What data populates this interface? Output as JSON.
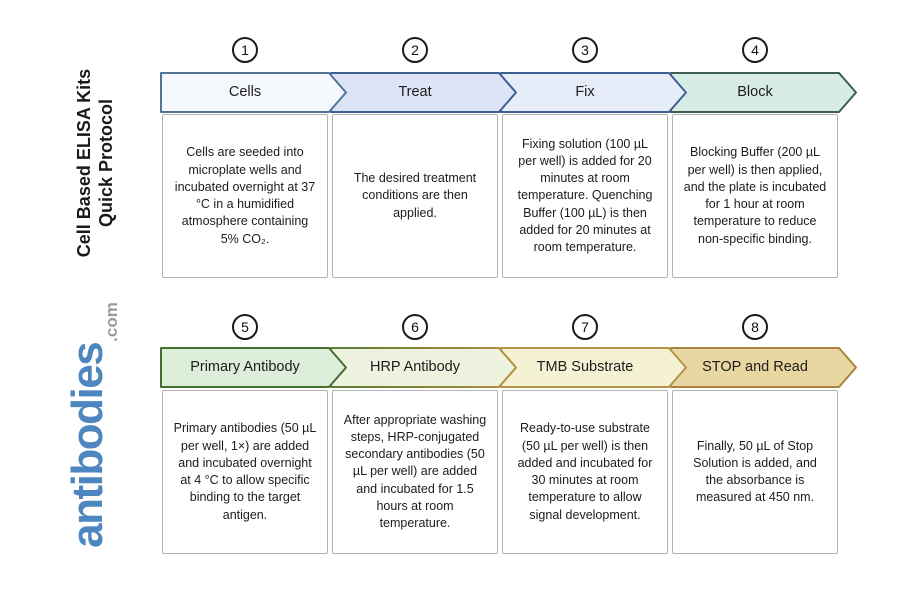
{
  "header": {
    "title_line1": "Cell Based ELISA Kits",
    "title_line2": "Quick Protocol"
  },
  "logo": {
    "name": "antibodies",
    "suffix": ".com",
    "name_color": "#4e86c0",
    "suffix_color": "#9b9b9b"
  },
  "steps": [
    {
      "number": "1",
      "label": "Cells",
      "description": "Cells are seeded into microplate wells and incubated overnight at 37 °C in a humidified atmosphere containing 5% CO₂.",
      "fill": "#f5f8fc",
      "stroke_start": "#527398",
      "stroke_end": "#527398"
    },
    {
      "number": "2",
      "label": "Treat",
      "description": "The desired treatment conditions are then applied.",
      "fill": "#dce4f6",
      "stroke_start": "#3e5f94",
      "stroke_end": "#3e5f94"
    },
    {
      "number": "3",
      "label": "Fix",
      "description": "Fixing solution (100 µL per well) is added for 20 minutes at room temperature. Quenching Buffer (100 µL) is then added for 20 minutes at room temperature.",
      "fill": "#e6edf9",
      "stroke_start": "#3e5f94",
      "stroke_end": "#3e5f94"
    },
    {
      "number": "4",
      "label": "Block",
      "description": "Blocking Buffer (200 µL per well) is then applied, and the plate is incubated for 1 hour at room temperature to reduce non-specific binding.",
      "fill": "#d7ece3",
      "stroke_start": "#3c5d54",
      "stroke_end": "#3c5d54"
    },
    {
      "number": "5",
      "label": "Primary Antibody",
      "description": "Primary antibodies (50 µL per well, 1×) are added and incubated overnight at 4 °C to allow specific binding to the target antigen.",
      "fill": "#ddeeda",
      "stroke_start": "#43702f",
      "stroke_end": "#43702f"
    },
    {
      "number": "6",
      "label": "HRP Antibody",
      "description": "After appropriate washing steps, HRP-conjugated secondary antibodies (50 µL per well) are added and incubated for 1.5 hours at room temperature.",
      "fill": "#eef3e0",
      "stroke_start": "#5a7a33",
      "stroke_end": "#b3903f"
    },
    {
      "number": "7",
      "label": "TMB Substrate",
      "description": "Ready-to-use substrate (50 µL per well) is then added and incubated for 30 minutes at room temperature to allow signal development.",
      "fill": "#f5f1d3",
      "stroke_start": "#b2954a",
      "stroke_end": "#b2954a"
    },
    {
      "number": "8",
      "label": "STOP and Read",
      "description": "Finally, 50 µL of Stop Solution is added, and the absorbance is measured at 450 nm.",
      "fill": "#e9d7a2",
      "stroke_start": "#a8843c",
      "stroke_end": "#a8843c"
    }
  ]
}
